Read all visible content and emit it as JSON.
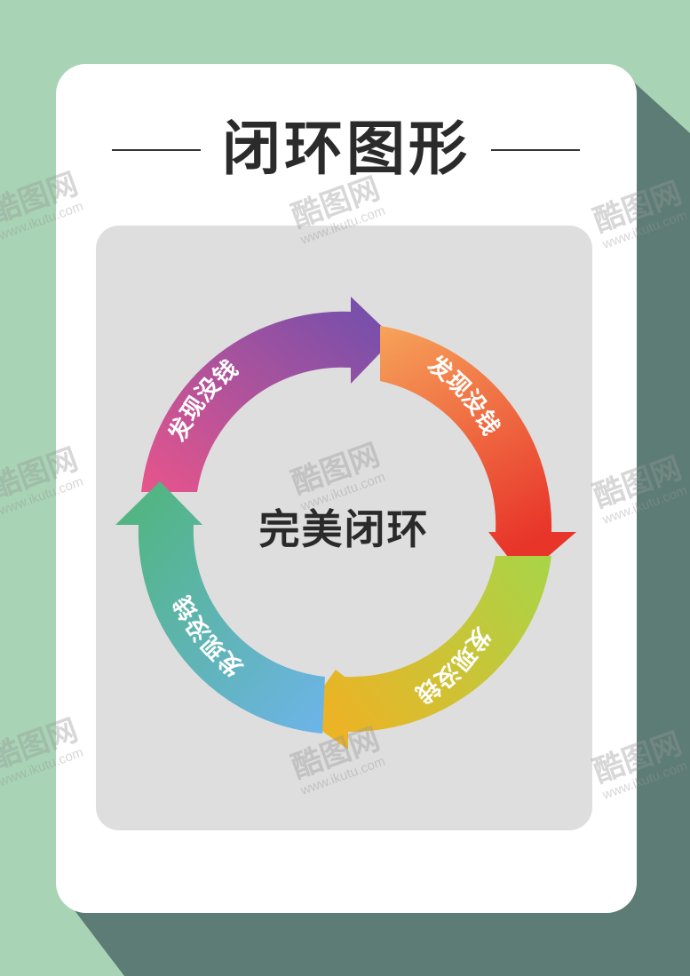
{
  "title": "闭环图形",
  "center_label": "完美闭环",
  "segments": [
    {
      "label": "发现没钱",
      "color_start": "#e8558b",
      "color_end": "#6b4fae"
    },
    {
      "label": "发现没钱",
      "color_start": "#f6a35a",
      "color_end": "#e8352a"
    },
    {
      "label": "发现没钱",
      "color_start": "#a8d548",
      "color_end": "#eab426"
    },
    {
      "label": "发现没钱",
      "color_start": "#6db4ea",
      "color_end": "#4fb577"
    }
  ],
  "watermark": {
    "cn": "酷图网",
    "url": "www.ikutu.com"
  },
  "colors": {
    "background": "#a8d3b4",
    "shadow": "#5d7c76",
    "card": "#ffffff",
    "panel": "#dedede"
  }
}
